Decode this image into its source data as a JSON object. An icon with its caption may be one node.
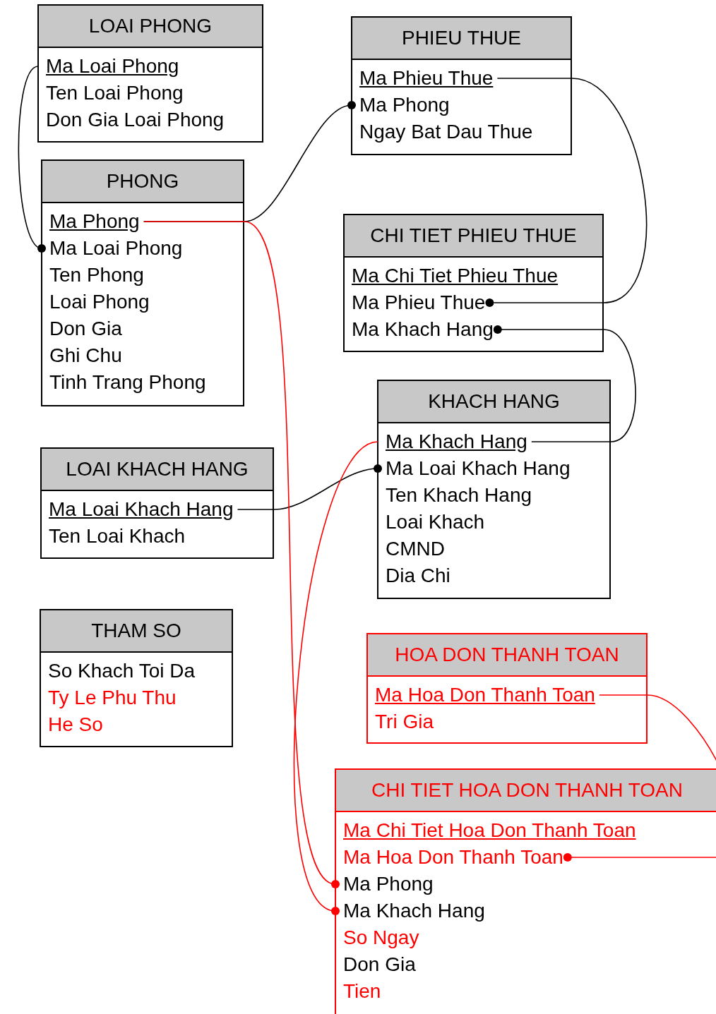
{
  "diagram": {
    "nodes": [
      {
        "text": [
          "LOAI PHONG"
        ]
      },
      {
        "text": [
          "Ma Loai Phong"
        ],
        "in": 0
      },
      {
        "text": [
          "Ten Loai Phong"
        ],
        "in": 0
      },
      {
        "text": [
          "Don Gia Loai Phong"
        ],
        "in": 0
      },
      {
        "text": [
          "PHIEU THUE"
        ]
      },
      {
        "text": [
          "Ma Phieu Thue"
        ],
        "in": 4
      },
      {
        "text": [
          "Ma Phong"
        ],
        "in": 4
      },
      {
        "text": [
          "Ngay Bat Dau Thue"
        ],
        "in": 4
      },
      {
        "text": [
          "PHONG"
        ]
      },
      {
        "text": [
          "Ma Phong"
        ],
        "in": 8
      },
      {
        "text": [
          "Ma Loai Phong"
        ],
        "in": 8
      },
      {
        "text": [
          "Ten Phong"
        ],
        "in": 8
      },
      {
        "text": [
          "Loai Phong"
        ],
        "in": 8
      },
      {
        "text": [
          "Don Gia"
        ],
        "in": 8
      },
      {
        "text": [
          "Ghi Chu"
        ],
        "in": 8
      },
      {
        "text": [
          "Tinh Trang Phong"
        ],
        "in": 8
      },
      {
        "text": [
          "CHI TIET PHIEU THUE"
        ]
      },
      {
        "text": [
          "Ma Chi Tiet Phieu Thue"
        ],
        "in": 16
      },
      {
        "text": [
          "Ma Phieu Thue"
        ],
        "in": 16
      },
      {
        "text": [
          "Ma Khach Hang"
        ],
        "in": 16
      },
      {
        "text": [
          "LOAI KHACH HANG"
        ]
      },
      {
        "text": [
          "Ma Loai Khach Hang"
        ],
        "in": 20
      },
      {
        "text": [
          "Ten Loai Khach"
        ],
        "in": 20
      },
      {
        "text": [
          "KHACH HANG"
        ]
      },
      {
        "text": [
          "Ma Khach Hang"
        ],
        "in": 23
      },
      {
        "text": [
          "Ma Loai Khach Hang"
        ],
        "in": 23
      },
      {
        "text": [
          "Ten Khach Hang"
        ],
        "in": 23
      },
      {
        "text": [
          "Loai Khach"
        ],
        "in": 23
      },
      {
        "text": [
          "CMND"
        ],
        "in": 23
      },
      {
        "text": [
          "Dia Chi"
        ],
        "in": 23
      },
      {
        "text": [
          "THAM SO"
        ]
      },
      {
        "text": [
          "So Khach Toi Da"
        ],
        "in": 30
      },
      {
        "text": [
          "Ty Le Phu Thu"
        ],
        "in": 30
      },
      {
        "text": [
          "He So"
        ],
        "in": 30
      },
      {
        "text": [
          "HOA DON THANH TOAN"
        ]
      },
      {
        "text": [
          "Ma Hoa Don Thanh Toan"
        ],
        "in": 34
      },
      {
        "text": [
          "Tri Gia"
        ],
        "in": 34
      },
      {
        "text": [
          "CHI TIET HOA DON THANH TOAN"
        ]
      },
      {
        "text": [
          "Ma Chi Tiet Hoa Don Thanh Toan"
        ],
        "in": 37
      },
      {
        "text": [
          "Ma Hoa Don Thanh Toan"
        ],
        "in": 37
      },
      {
        "text": [
          "Ma Phong"
        ],
        "in": 37
      },
      {
        "text": [
          "Ma Khach Hang"
        ],
        "in": 37
      },
      {
        "text": [
          "So Ngay"
        ],
        "in": 37
      },
      {
        "text": [
          "Don Gia"
        ],
        "in": 37
      },
      {
        "text": [
          "Tien"
        ],
        "in": 37
      }
    ],
    "edges": [
      {
        "from": 1,
        "to": 10,
        "arrow": "other"
      },
      {
        "from": 9,
        "to": 6,
        "arrow": "other"
      },
      {
        "from": 5,
        "to": 18,
        "arrow": "other"
      },
      {
        "from": 24,
        "to": 19,
        "arrow": "other"
      },
      {
        "from": 21,
        "to": 25,
        "arrow": "other"
      },
      {
        "from": 9,
        "to": 40,
        "arrow": "other",
        "color": "#ff0000"
      },
      {
        "from": 24,
        "to": 41,
        "arrow": "other",
        "color": "#ff0000"
      },
      {
        "from": 35,
        "to": 39,
        "arrow": "other",
        "color": "#ff0000"
      }
    ]
  }
}
